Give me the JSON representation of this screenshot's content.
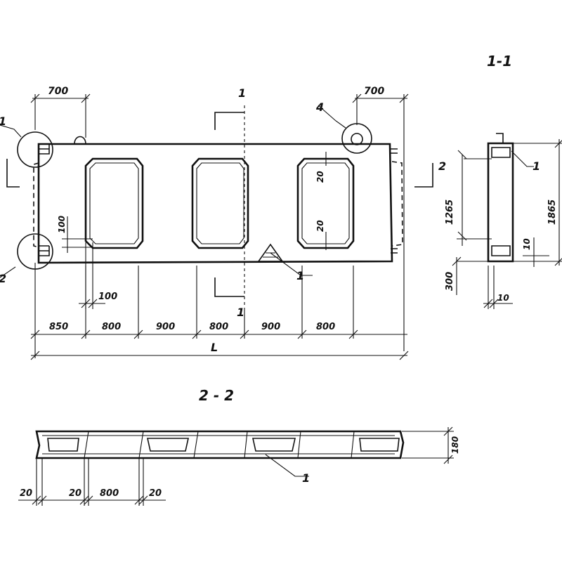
{
  "section_labels": {
    "s11": "1-1",
    "s22": "2 - 2",
    "cut1": "1",
    "cut2": "2"
  },
  "callouts": {
    "c1": "1",
    "c2": "2",
    "c4": "4"
  },
  "elevation": {
    "top_left_dim": "700",
    "top_right_dim": "700",
    "dim_100_vertical": "100",
    "dim_100_horizontal": "100",
    "opening_dim_a": "20",
    "opening_dim_b": "20",
    "bottom_dims": [
      "850",
      "800",
      "900",
      "800",
      "900",
      "800"
    ],
    "overall_dim": "L"
  },
  "section_1_1": {
    "dim_1265": "1265",
    "dim_1865": "1865",
    "dim_300": "300",
    "dim_10_a": "10",
    "dim_10_b": "10"
  },
  "section_2_2": {
    "height_dim": "180",
    "bottom_dims": [
      "20",
      "20",
      "800",
      "20"
    ]
  }
}
